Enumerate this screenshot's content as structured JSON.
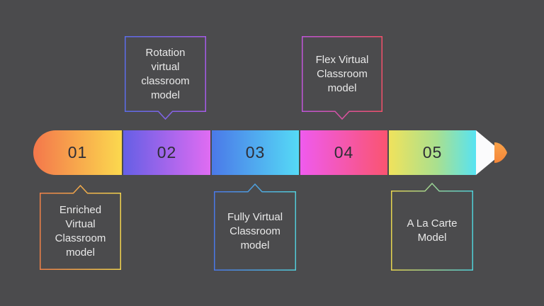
{
  "slide": {
    "background_color": "#4B4B4D",
    "text_color": "#E9E9E9",
    "number_color": "#2E2E36",
    "topic": "Virtual classroom models pencil timeline"
  },
  "timeline": {
    "shape": "pencil",
    "segments": [
      {
        "number": "01",
        "gradient": [
          "#F4774B",
          "#FBD94E"
        ],
        "callout": "enriched",
        "callout_position": "below"
      },
      {
        "number": "02",
        "gradient": [
          "#655FE5",
          "#E06CF2"
        ],
        "callout": "rotation",
        "callout_position": "above"
      },
      {
        "number": "03",
        "gradient": [
          "#4B79E8",
          "#55DAF6"
        ],
        "callout": "fully",
        "callout_position": "below"
      },
      {
        "number": "04",
        "gradient": [
          "#EF5BEE",
          "#FA5470"
        ],
        "callout": "flex",
        "callout_position": "above"
      },
      {
        "number": "05",
        "gradient": [
          "#F0E25C",
          "#A9E08F",
          "#57E3F2"
        ],
        "callout": "alacarte",
        "callout_position": "below"
      }
    ],
    "tip": {
      "wood_color": "#FBFBFC",
      "lead_color": "#F89B42"
    }
  },
  "callouts": {
    "rotation": {
      "label": "Rotation\nvirtual\nclassroom\nmodel",
      "border_gradient": [
        "#5C6CE9",
        "#A55CE9"
      ]
    },
    "flex": {
      "label": "Flex Virtual\nClassroom\nmodel",
      "border_gradient": [
        "#C055D9",
        "#F2506B"
      ]
    },
    "enriched": {
      "label": "Enriched\nVirtual\nClassroom\nmodel",
      "border_gradient": [
        "#F08148",
        "#F2D24E"
      ]
    },
    "fully": {
      "label": "Fully Virtual\nClassroom\nmodel",
      "border_gradient": [
        "#4A78E6",
        "#52CBD8"
      ]
    },
    "alacarte": {
      "label": "A La Carte\nModel",
      "border_gradient": [
        "#E6D44F",
        "#4FD0D8"
      ]
    }
  }
}
